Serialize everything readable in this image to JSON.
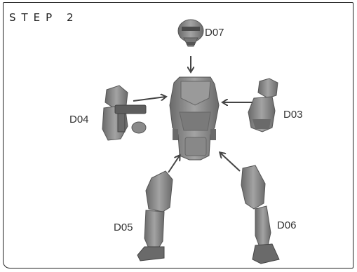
{
  "step_title": "STEP 2",
  "parts": {
    "head": "D07",
    "right_arm": "D03",
    "left_arm": "D04",
    "left_leg": "D05",
    "right_leg": "D06"
  },
  "colors": {
    "part_fill": "#8a8a8a",
    "part_dark": "#5e5e5e",
    "arrow": "#444444",
    "border": "#222222"
  }
}
